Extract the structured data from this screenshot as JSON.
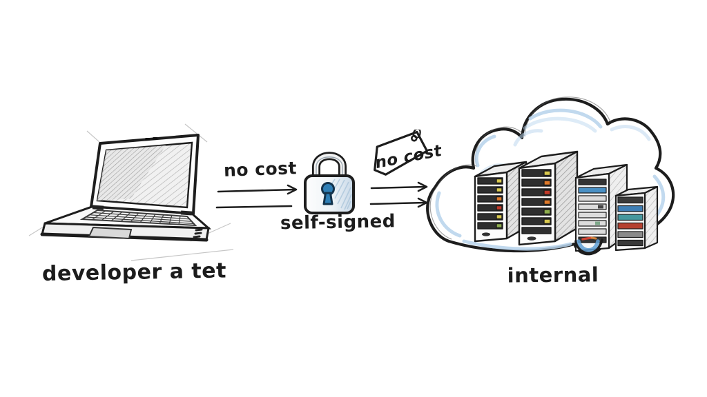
{
  "diagram": {
    "background_color": "#ffffff",
    "ink_color": "#1d1d1d",
    "nodes": [
      {
        "id": "developer-laptop",
        "label": "developer a tet",
        "icon": "laptop-icon"
      },
      {
        "id": "certificate-lock",
        "label": "self-signed",
        "icon": "padlock-icon"
      },
      {
        "id": "internal-cloud",
        "label": "internal",
        "icon": "cloud-servers-icon"
      }
    ],
    "edges": [
      {
        "id": "laptop-to-lock",
        "label": "no cost",
        "arrow_count": 2,
        "direction": "right"
      },
      {
        "id": "lock-to-cloud",
        "label": "no cost",
        "decoration": "price-tag-icon",
        "arrow_count": 2,
        "direction": "right"
      }
    ],
    "colors": {
      "keyhole_blue": "#2f7fb6",
      "lock_shade_blue": "#c3d8ea",
      "cloud_shade_blue": "#b7d3ec",
      "crescent_blue": "#5f9fd4",
      "crescent_red": "#cc4433",
      "led_yellow": "#d9c94f",
      "led_orange": "#df7a2b",
      "led_red": "#c03a2a",
      "led_green": "#8fae4e",
      "led_blue": "#4a90c4",
      "led_teal": "#46989e",
      "pencil_gray": "#9b9b9b"
    }
  }
}
